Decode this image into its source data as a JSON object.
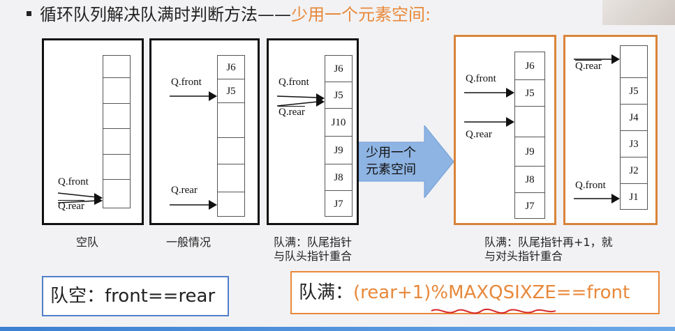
{
  "title": {
    "prefix": "循环队列解决队满时判断方法——",
    "highlight": "少用一个元素空间:"
  },
  "pointers": {
    "front": "Q.front",
    "rear": "Q.rear"
  },
  "diagrams": [
    {
      "id": "empty",
      "cells": [
        "",
        "",
        "",
        "",
        "",
        "",
        ""
      ],
      "caption_lines": [
        "空队"
      ]
    },
    {
      "id": "general",
      "cells": [
        "J6",
        "J5",
        "",
        "",
        "",
        "",
        ""
      ],
      "caption_lines": [
        "一般情况"
      ]
    },
    {
      "id": "full-rear-eq-front",
      "cells": [
        "J6",
        "J5",
        "J10",
        "J9",
        "J8",
        "J7"
      ],
      "caption_lines": [
        "队满：队尾指针",
        "与队头指针重合"
      ]
    },
    {
      "id": "reserve-one",
      "cells": [
        "J6",
        "J5",
        "",
        "J9",
        "J8",
        "J7"
      ],
      "caption_lines": [
        "队满：队尾指针再+1，就",
        "与对头指针重合"
      ]
    },
    {
      "id": "reserve-one-alt",
      "cells": [
        "",
        "J5",
        "J4",
        "J3",
        "J2",
        "J1"
      ],
      "caption_lines": []
    }
  ],
  "transition_arrow": {
    "lines": [
      "少用一个",
      "元素空间"
    ],
    "color": "#8eb4e3"
  },
  "conditions": {
    "empty": {
      "label": "队空：",
      "expr": "front==rear"
    },
    "full": {
      "label": "队满：",
      "expr": "(rear+1)%MAXQSIXZE==front"
    }
  },
  "colors": {
    "accent": "#e8883a",
    "panel_orange": "#d9843a",
    "arrow_blue": "#8eb4e3"
  }
}
